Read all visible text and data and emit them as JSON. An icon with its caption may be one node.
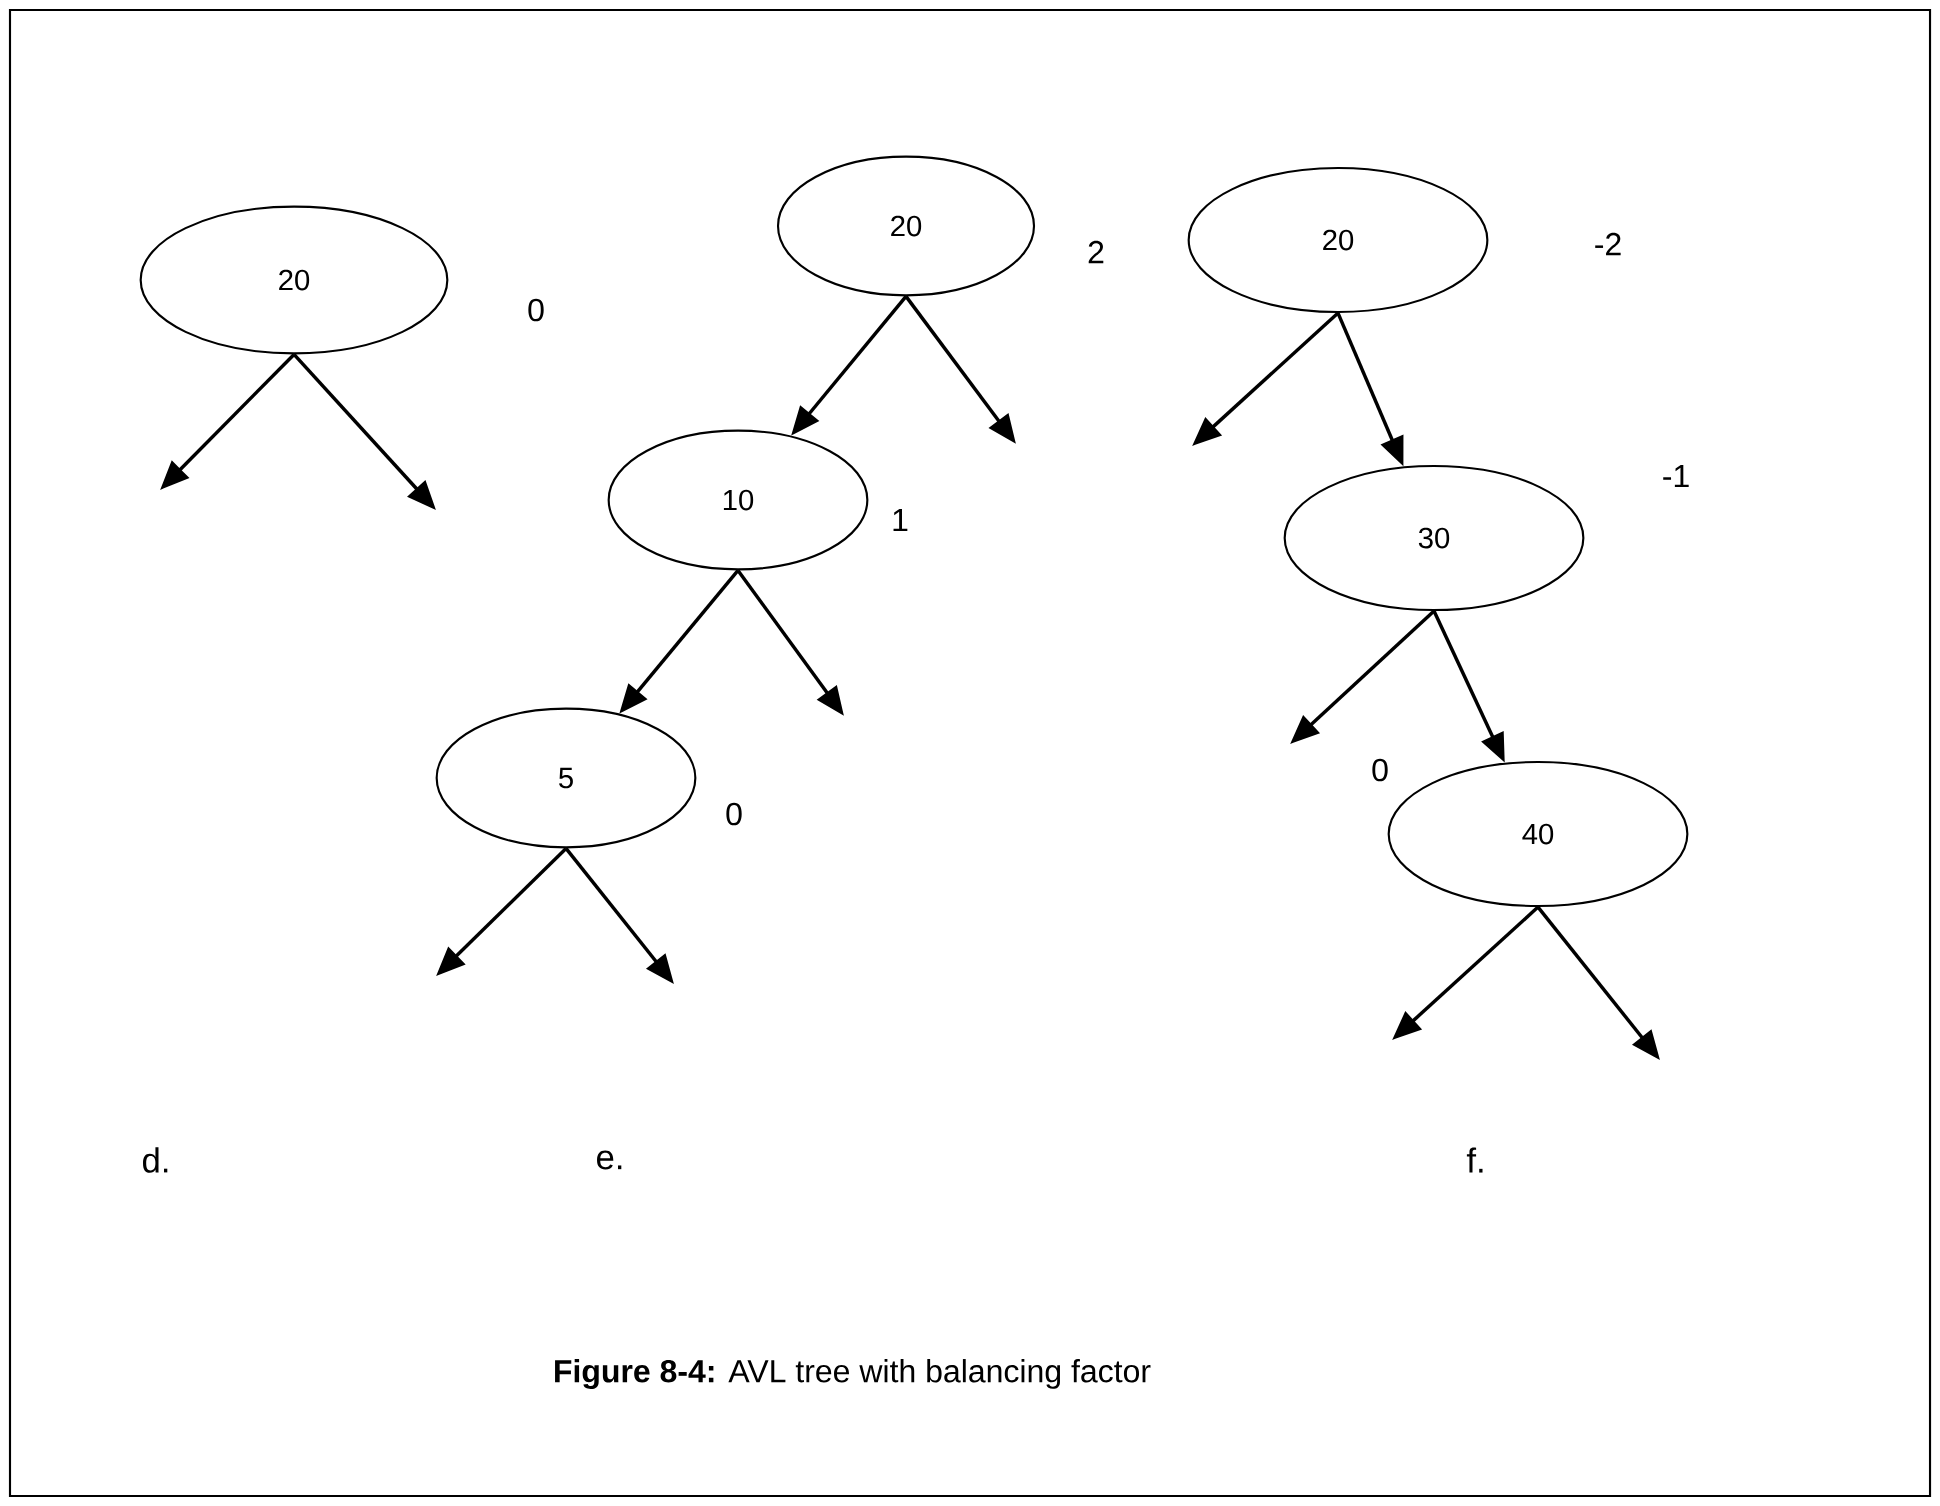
{
  "diagram": {
    "caption": "**Figure 8-4:** AVL tree with balancing factor",
    "nodes": [
      {
        "text": [
          "20"
        ],
        "beside": [
          "0"
        ]
      },
      {
        "text": [
          "20"
        ],
        "beside": [
          "2"
        ]
      },
      {
        "text": [
          "10"
        ],
        "beside": [
          "1"
        ]
      },
      {
        "text": [
          "5"
        ],
        "beside": [
          "0"
        ]
      },
      {
        "text": [
          "20"
        ],
        "beside": [
          "-2"
        ]
      },
      {
        "text": [
          "30"
        ],
        "beside": [
          "-1"
        ]
      },
      {
        "text": [
          "40"
        ],
        "beside": [
          "0"
        ]
      }
    ],
    "edges": [
      {
        "from": 0,
        "to": null,
        "arrow": "to"
      },
      {
        "from": 0,
        "to": null,
        "arrow": "to"
      },
      {
        "from": 1,
        "to": 2,
        "arrow": "to"
      },
      {
        "from": 1,
        "to": null,
        "arrow": "to"
      },
      {
        "from": 2,
        "to": 3,
        "arrow": "to"
      },
      {
        "from": 2,
        "to": null,
        "arrow": "to"
      },
      {
        "from": 3,
        "to": null,
        "arrow": "to"
      },
      {
        "from": 3,
        "to": null,
        "arrow": "to"
      },
      {
        "from": 4,
        "to": null,
        "arrow": "to"
      },
      {
        "from": 4,
        "to": 5,
        "arrow": "to"
      },
      {
        "from": 5,
        "to": null,
        "arrow": "to"
      },
      {
        "from": 5,
        "to": 6,
        "arrow": "to"
      },
      {
        "from": 6,
        "to": null,
        "arrow": "to"
      },
      {
        "from": 6,
        "to": null,
        "arrow": "to"
      }
    ],
    "labels": [
      "d.",
      "e.",
      "f."
    ]
  }
}
